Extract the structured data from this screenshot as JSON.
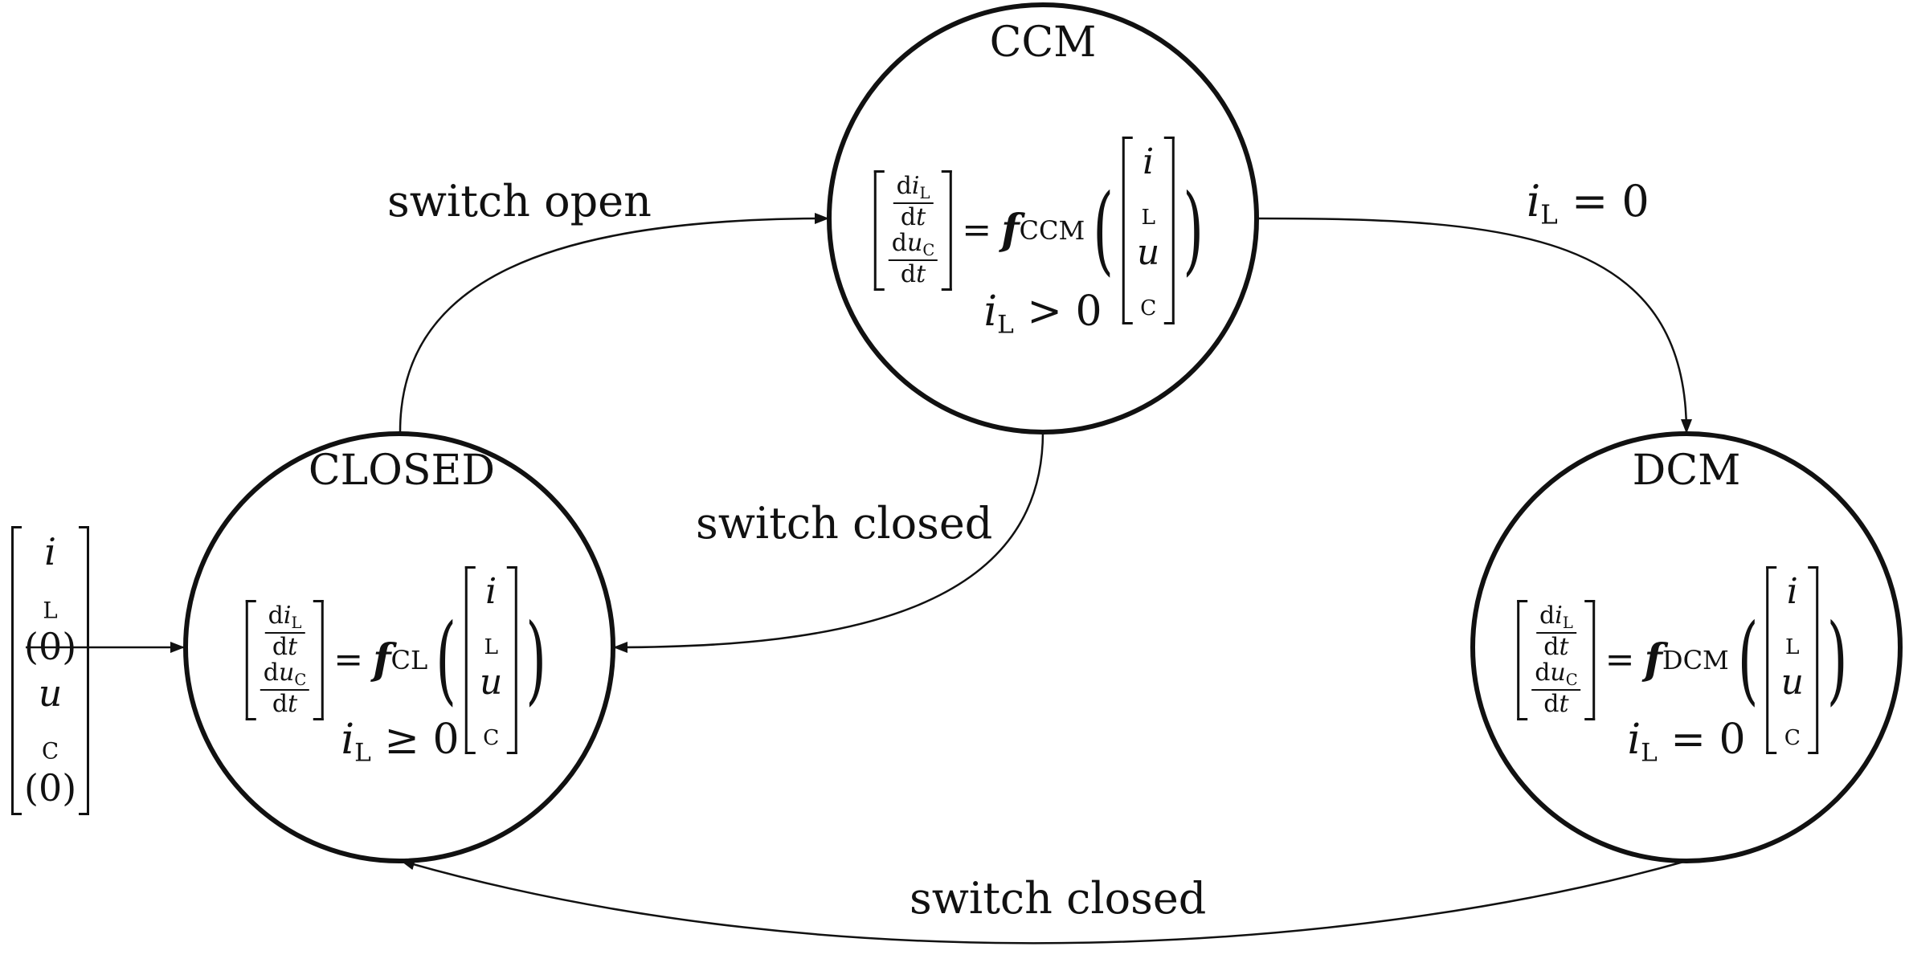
{
  "states": {
    "ccm": {
      "title": "CCM",
      "f_sub": "CCM",
      "condition": "> 0"
    },
    "closed": {
      "title": "CLOSED",
      "f_sub": "CL",
      "condition": "≥ 0"
    },
    "dcm": {
      "title": "DCM",
      "f_sub": "DCM",
      "condition": "= 0"
    }
  },
  "edges": {
    "closed_to_ccm": "switch open",
    "ccm_to_closed": "switch closed",
    "ccm_to_dcm": "= 0",
    "dcm_to_closed": "switch closed"
  },
  "symbols": {
    "i": "i",
    "u": "u",
    "L": "L",
    "C": "C",
    "d": "d",
    "t": "t",
    "f": "f",
    "eq": "=",
    "zero_arg": "(0)"
  }
}
